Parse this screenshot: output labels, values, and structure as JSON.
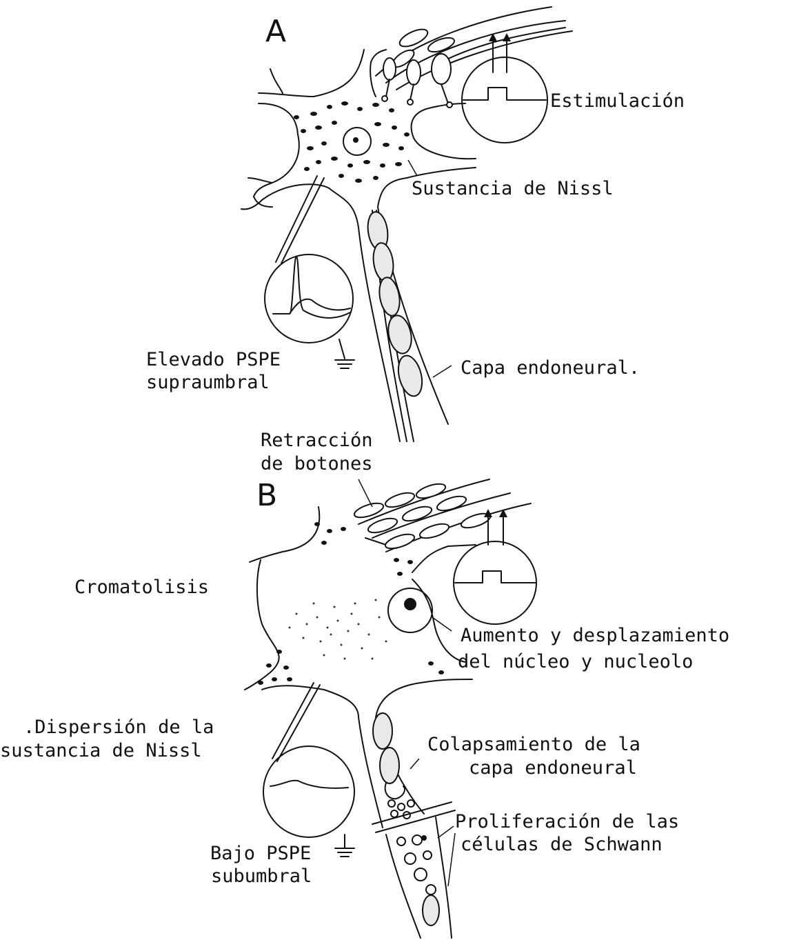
{
  "panel_a": {
    "letter": "A",
    "stimulation": "Estimulación",
    "nissl": "Sustancia de Nissl",
    "epsp": [
      "Elevado PSPE",
      "supraumbral"
    ],
    "endoneural": "Capa endoneural."
  },
  "panel_b": {
    "letter": "B",
    "retraction": [
      "Retracción",
      "de botones"
    ],
    "chromatolysis": "Cromatolisis",
    "nucleus": [
      "Aumento y desplazamiento",
      "del núcleo y nucleolo"
    ],
    "nissl_dispersion": [
      ".Dispersión de la",
      "sustancia de Nissl"
    ],
    "endoneural_collapse": [
      "Colapsamiento de la",
      "capa endoneural"
    ],
    "schwann": [
      "Proliferación de las",
      "células de Schwann"
    ],
    "epsp": [
      "Bajo PSPE",
      "subumbral"
    ]
  }
}
